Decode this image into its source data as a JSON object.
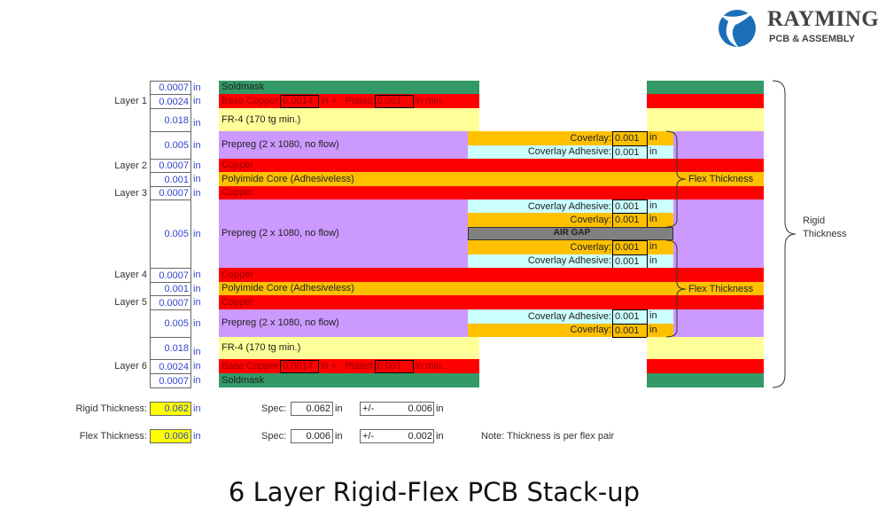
{
  "brand": {
    "name": "RAYMING",
    "tagline": "PCB & ASSEMBLY"
  },
  "unit": "in",
  "colors": {
    "soldmask": "#339966",
    "copper": "#ff0000",
    "fr4": "#ffff99",
    "prepreg": "#cc99ff",
    "polyimide": "#ffc000",
    "coverlay": "#ffc000",
    "adhesive": "#ccffff",
    "airgap": "#808080"
  },
  "stack": [
    {
      "type": "soldmask",
      "thickness": "0.0007",
      "layer": "",
      "text": "Soldmask"
    },
    {
      "type": "basecopper",
      "thickness": "0.0024",
      "layer": "Layer 1",
      "text": "Base Copper",
      "base": "0.0014",
      "plus": "in +",
      "plated_label": "Plated",
      "plated": "0.001",
      "min": "in min."
    },
    {
      "type": "fr4",
      "thickness": "0.018",
      "layer": "",
      "text": "FR-4 (170 tg min.)"
    },
    {
      "type": "prepreg",
      "thickness": "0.005",
      "layer": "",
      "text": "Prepreg (2 x 1080, no flow)",
      "flex": [
        {
          "kind": "coverlay",
          "label": "Coverlay:",
          "value": "0.001"
        },
        {
          "kind": "adhesive",
          "label": "Coverlay Adhesive:",
          "value": "0.001"
        }
      ]
    },
    {
      "type": "copper",
      "thickness": "0.0007",
      "layer": "Layer 2",
      "text": "Copper"
    },
    {
      "type": "polyimide",
      "thickness": "0.001",
      "layer": "",
      "text": "Polyimide Core (Adhesiveless)"
    },
    {
      "type": "copper",
      "thickness": "0.0007",
      "layer": "Layer 3",
      "text": "Copper"
    },
    {
      "type": "prepreg",
      "thickness": "0.005",
      "layer": "",
      "text": "Prepreg (2 x 1080, no flow)",
      "flex": [
        {
          "kind": "adhesive",
          "label": "Coverlay Adhesive:",
          "value": "0.001"
        },
        {
          "kind": "coverlay",
          "label": "Coverlay:",
          "value": "0.001"
        },
        {
          "kind": "airgap",
          "label": "AIR GAP"
        },
        {
          "kind": "coverlay",
          "label": "Coverlay:",
          "value": "0.001"
        },
        {
          "kind": "adhesive",
          "label": "Coverlay Adhesive:",
          "value": "0.001"
        }
      ]
    },
    {
      "type": "copper",
      "thickness": "0.0007",
      "layer": "Layer 4",
      "text": "Copper"
    },
    {
      "type": "polyimide",
      "thickness": "0.001",
      "layer": "",
      "text": "Polyimide Core (Adhesiveless)"
    },
    {
      "type": "copper",
      "thickness": "0.0007",
      "layer": "Layer 5",
      "text": "Copper"
    },
    {
      "type": "prepreg",
      "thickness": "0.005",
      "layer": "",
      "text": "Prepreg (2 x 1080, no flow)",
      "flex": [
        {
          "kind": "adhesive",
          "label": "Coverlay Adhesive:",
          "value": "0.001"
        },
        {
          "kind": "coverlay",
          "label": "Coverlay:",
          "value": "0.001"
        }
      ]
    },
    {
      "type": "fr4",
      "thickness": "0.018",
      "layer": "",
      "text": "FR-4 (170 tg min.)"
    },
    {
      "type": "basecopper",
      "thickness": "0.0024",
      "layer": "Layer 6",
      "text": "Base Copper",
      "base": "0.0014",
      "plus": "in +",
      "plated_label": "Plated",
      "plated": "0.001",
      "min": "in min."
    },
    {
      "type": "soldmask",
      "thickness": "0.0007",
      "layer": "",
      "text": "Soldmask"
    }
  ],
  "braces": {
    "flex": "Flex Thickness",
    "rigid_line1": "Rigid",
    "rigid_line2": "Thickness"
  },
  "summary": {
    "rigid": {
      "label": "Rigid Thickness:",
      "value": "0.062",
      "spec_label": "Spec:",
      "spec": "0.062",
      "tol_label": "+/-",
      "tol": "0.006"
    },
    "flex": {
      "label": "Flex Thickness:",
      "value": "0.006",
      "spec_label": "Spec:",
      "spec": "0.006",
      "tol_label": "+/-",
      "tol": "0.002"
    },
    "note": "Note: Thickness is per flex pair"
  },
  "caption": "6 Layer Rigid-Flex PCB Stack-up"
}
